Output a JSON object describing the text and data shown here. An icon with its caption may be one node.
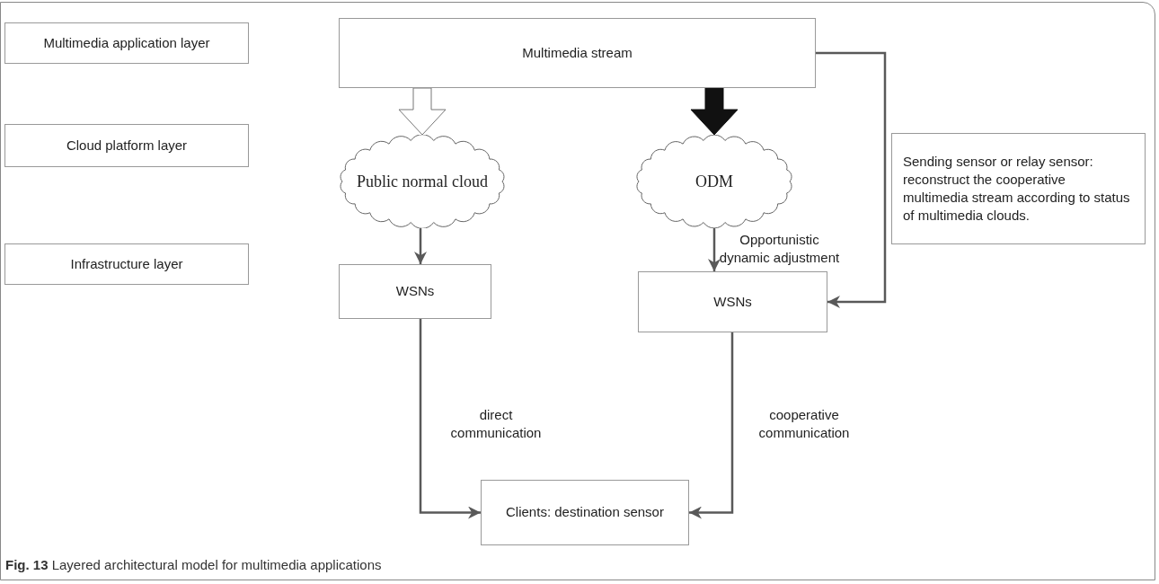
{
  "diagram": {
    "caption": "**Fig. 13** Layered architectural model for multimedia applications",
    "nodes": [
      {
        "text": [
          "Multimedia application layer"
        ]
      },
      {
        "text": [
          "Multimedia stream"
        ]
      },
      {
        "text": [
          "Cloud platform layer"
        ]
      },
      {
        "text": [
          "Public normal cloud"
        ]
      },
      {
        "text": [
          "ODM"
        ]
      },
      {
        "text": [
          "Sending sensor or relay sensor: reconstruct the cooperative multimedia stream according to status of multimedia clouds."
        ]
      },
      {
        "text": [
          "Infrastructure layer"
        ]
      },
      {
        "text": [
          "WSNs"
        ]
      },
      {
        "text": [
          "WSNs"
        ]
      },
      {
        "text": [
          "Clients: destination sensor"
        ]
      }
    ],
    "edges": [
      {
        "from": 1,
        "to": 3,
        "arrow": "to",
        "style": "thick"
      },
      {
        "from": 1,
        "to": 4,
        "arrow": "to",
        "style": "thick",
        "color": "#111111"
      },
      {
        "from": 1,
        "to": 8,
        "arrow": "to"
      },
      {
        "from": 3,
        "to": 7,
        "arrow": "to"
      },
      {
        "from": 4,
        "to": 8,
        "arrow": "to",
        "label": "Opportunistic dynamic adjustment"
      },
      {
        "from": 7,
        "to": 9,
        "arrow": "to",
        "label": "direct communication"
      },
      {
        "from": 8,
        "to": 9,
        "arrow": "to",
        "label": "cooperative communication"
      }
    ]
  }
}
